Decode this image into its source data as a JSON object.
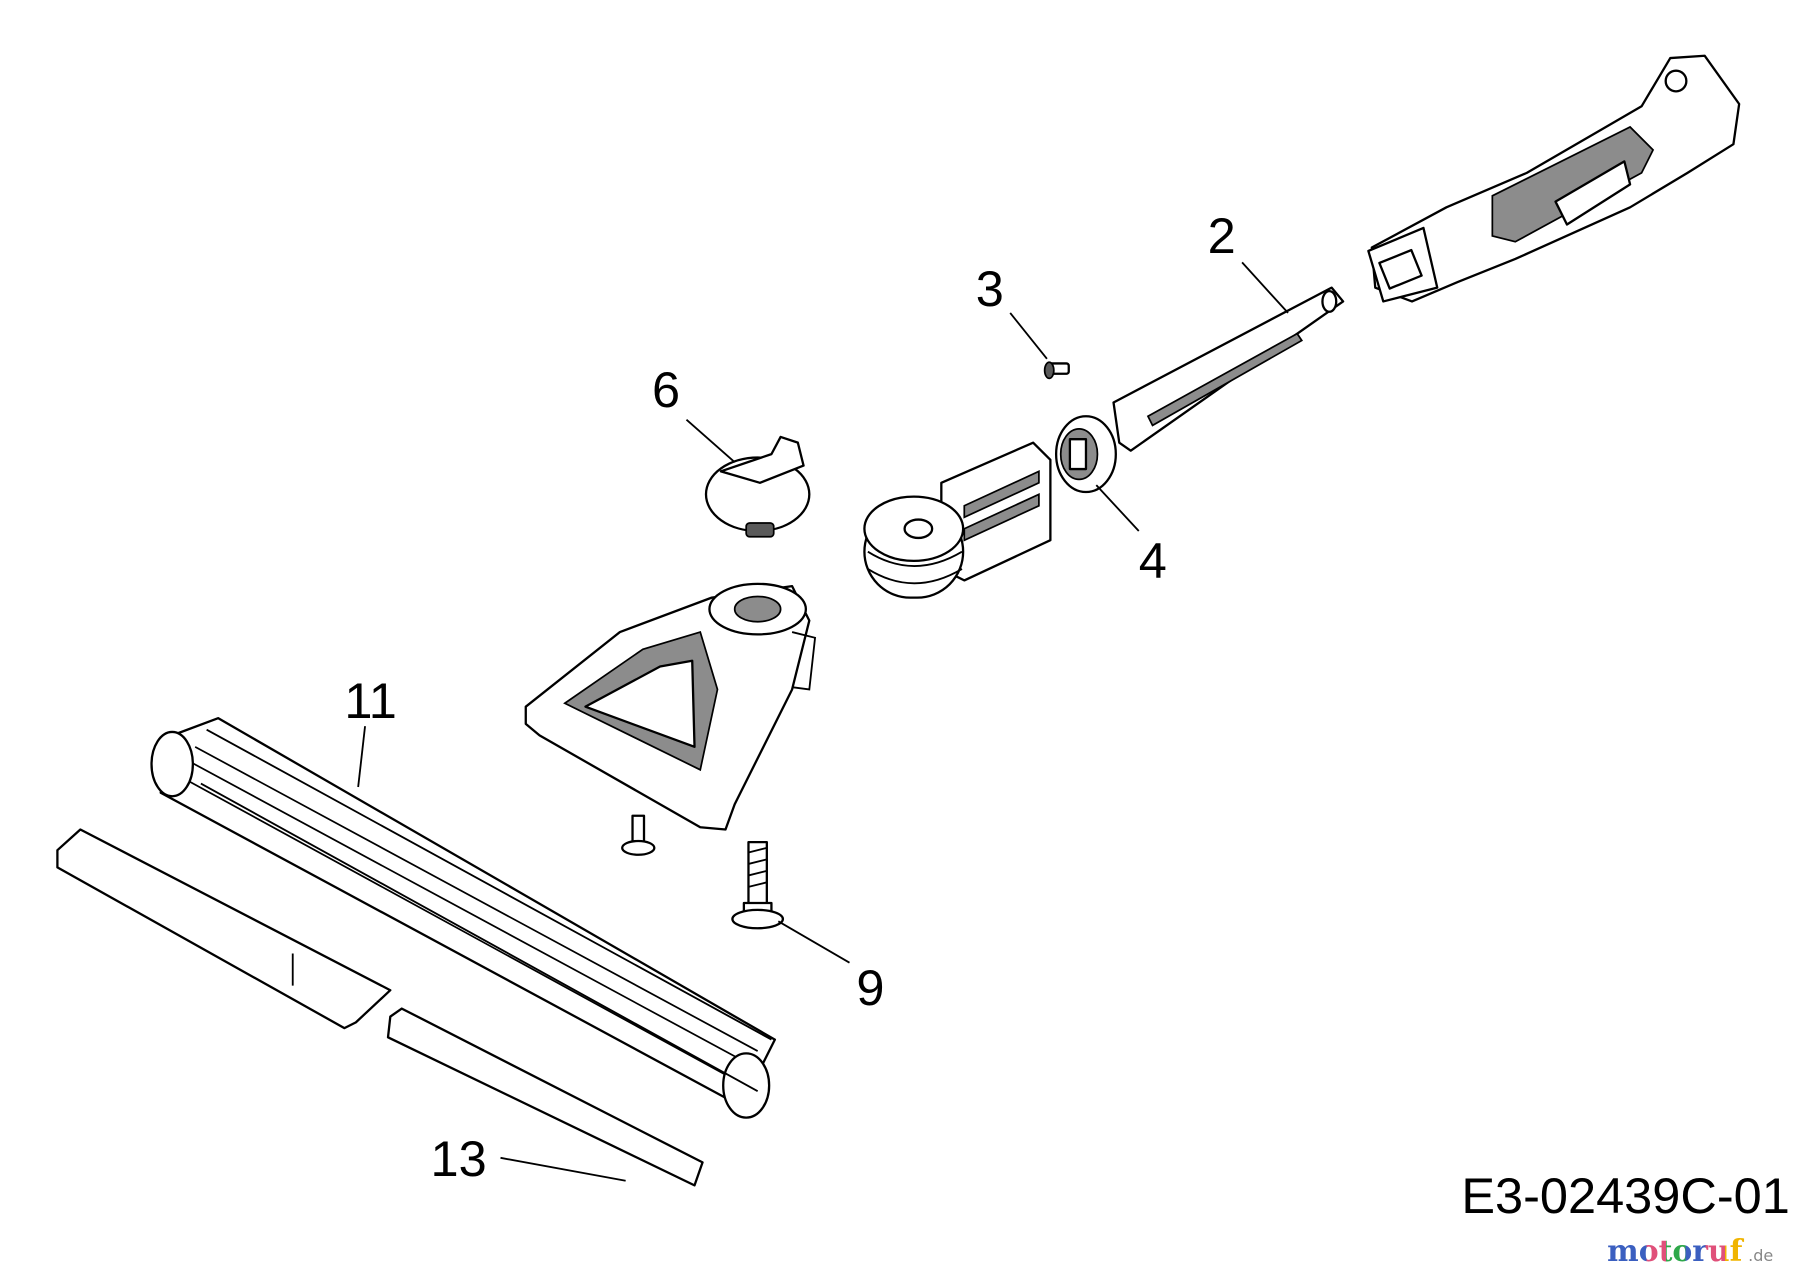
{
  "diagram": {
    "labels": {
      "part_2": "2",
      "part_3": "3",
      "part_4": "4",
      "part_6": "6",
      "part_9": "9",
      "part_11": "11",
      "part_13": "13"
    },
    "drawing_code": "E3-02439C-01",
    "watermark": {
      "letters": [
        "m",
        "o",
        "t",
        "o",
        "r",
        "u",
        "f"
      ],
      "suffix": ".de",
      "colors": [
        "#3b5fc0",
        "#3b5fc0",
        "#e0507a",
        "#2ea84a",
        "#3b5fc0",
        "#e0507a",
        "#f0b400"
      ]
    }
  }
}
